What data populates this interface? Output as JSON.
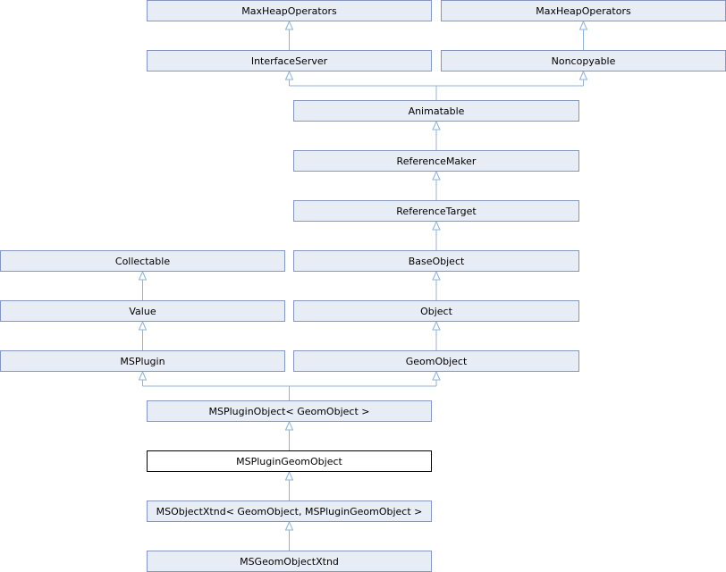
{
  "colors": {
    "node_fill": "#e8ecf5",
    "node_border": "#8497c4",
    "current_fill": "#ffffff",
    "current_border": "#000000",
    "edge": "#8fb3d6"
  },
  "nodes": {
    "maxheap_left": "MaxHeapOperators",
    "maxheap_right": "MaxHeapOperators",
    "interface_server": "InterfaceServer",
    "noncopyable": "Noncopyable",
    "animatable": "Animatable",
    "reference_maker": "ReferenceMaker",
    "reference_target": "ReferenceTarget",
    "collectable": "Collectable",
    "base_object": "BaseObject",
    "value": "Value",
    "object": "Object",
    "msplugin": "MSPlugin",
    "geom_object": "GeomObject",
    "msplugin_object": "MSPluginObject< GeomObject >",
    "msplugin_geom_object": "MSPluginGeomObject",
    "msobject_xtnd": "MSObjectXtnd< GeomObject, MSPluginGeomObject >",
    "msgeom_object_xtnd": "MSGeomObjectXtnd"
  },
  "edges": [
    [
      "maxheap_left",
      "interface_server"
    ],
    [
      "maxheap_right",
      "noncopyable"
    ],
    [
      "interface_server",
      "animatable"
    ],
    [
      "noncopyable",
      "animatable"
    ],
    [
      "animatable",
      "reference_maker"
    ],
    [
      "reference_maker",
      "reference_target"
    ],
    [
      "reference_target",
      "base_object"
    ],
    [
      "collectable",
      "value"
    ],
    [
      "base_object",
      "object"
    ],
    [
      "value",
      "msplugin"
    ],
    [
      "object",
      "geom_object"
    ],
    [
      "msplugin",
      "msplugin_object"
    ],
    [
      "geom_object",
      "msplugin_object"
    ],
    [
      "msplugin_object",
      "msplugin_geom_object"
    ],
    [
      "msplugin_geom_object",
      "msobject_xtnd"
    ],
    [
      "msobject_xtnd",
      "msgeom_object_xtnd"
    ]
  ]
}
